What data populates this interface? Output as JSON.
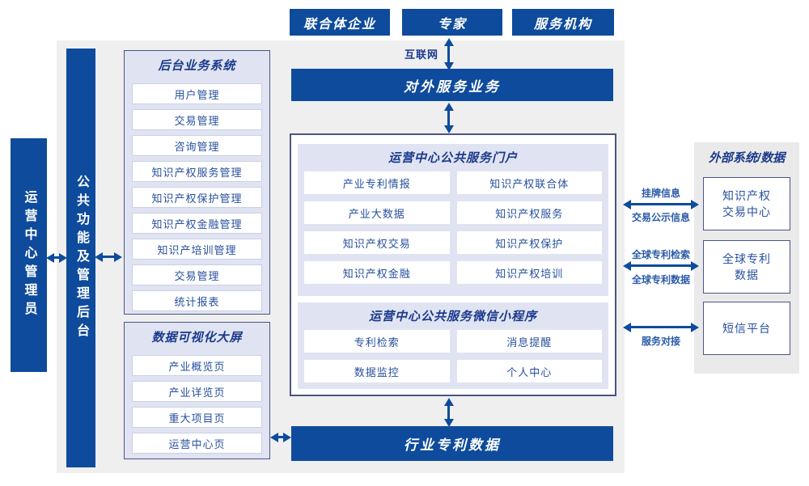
{
  "colors": {
    "primary_blue": "#0e4b9c",
    "panel_lavender": "#e0e4f2",
    "background_gray": "#efeff0",
    "title_navy": "#1b3a8c"
  },
  "top_actors": [
    "联合体企业",
    "专家",
    "服务机构"
  ],
  "internet_label": "互联网",
  "external_service_bar": "对外服务业务",
  "industry_data_bar": "行业专利数据",
  "admin_box": "运营中心管理员",
  "backend_bar": "公共功能及管理后台",
  "backend_system": {
    "title": "后台业务系统",
    "items": [
      "用户管理",
      "交易管理",
      "咨询管理",
      "知识产权服务管理",
      "知识产权保护管理",
      "知识产权金融管理",
      "知识产培训管理",
      "交易管理",
      "统计报表"
    ]
  },
  "dashboard": {
    "title": "数据可视化大屏",
    "items": [
      "产业概览页",
      "产业详览页",
      "重大项目页",
      "运营中心页"
    ]
  },
  "portal": {
    "title": "运营中心公共服务门户",
    "items": [
      "产业专利情报",
      "知识产权联合体",
      "产业大数据",
      "知识产权服务",
      "知识产权交易",
      "知识产权保护",
      "知识产权金融",
      "知识产权培训"
    ]
  },
  "miniprogram": {
    "title": "运营中心公共服务微信小程序",
    "items": [
      "专利检索",
      "消息提醒",
      "数据监控",
      "个人中心"
    ]
  },
  "external_panel": {
    "title": "外部系统/数据",
    "systems": [
      "知识产权\n交易中心",
      "全球专利\n数据",
      "短信平台"
    ]
  },
  "links": {
    "link1_top": "挂牌信息",
    "link1_bottom": "交易公示信息",
    "link2_top": "全球专利检索",
    "link2_bottom": "全球专利数据",
    "link3_bottom": "服务对接"
  }
}
